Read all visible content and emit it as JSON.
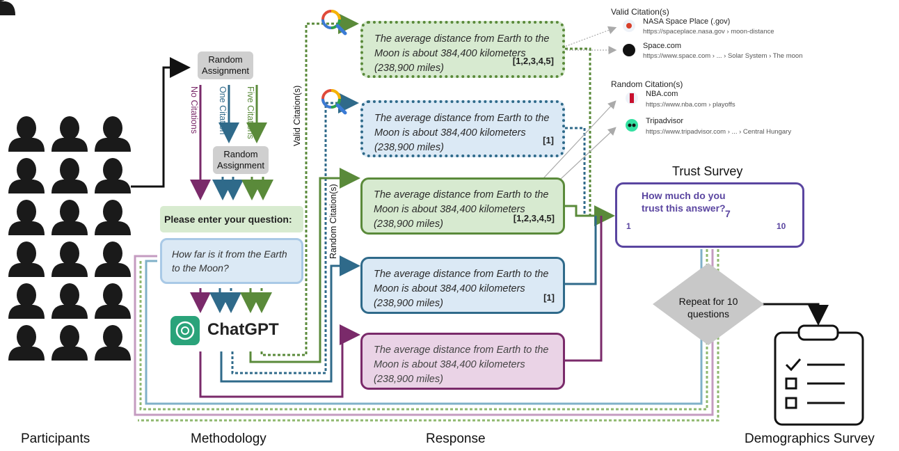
{
  "labels": {
    "participants": "Participants",
    "methodology": "Methodology",
    "response": "Response",
    "demographics": "Demographics Survey",
    "trust_survey": "Trust Survey"
  },
  "methodology": {
    "random_assignment_1": "Random Assignment",
    "random_assignment_2": "Random Assignment",
    "branch_no": "No Citations",
    "branch_one": "One Citation",
    "branch_five": "Five Citations",
    "prompt": "Please enter your question:",
    "question": "How far is it from the Earth to the Moon?",
    "chatgpt": "ChatGPT"
  },
  "response_text": "The average distance from Earth to the Moon is about 384,400 kilometers (238,900 miles)",
  "responses": [
    {
      "cite": "[1,2,3,4,5]"
    },
    {
      "cite": "[1]"
    },
    {
      "cite": "[1,2,3,4,5]"
    },
    {
      "cite": "[1]"
    },
    {
      "cite": ""
    }
  ],
  "side_labels": {
    "valid": "Valid Citation(s)",
    "random": "Random Citation(s)"
  },
  "valid_citations": {
    "title": "Valid Citation(s)",
    "items": [
      {
        "name": "NASA Space Place (.gov)",
        "url": "https://spaceplace.nasa.gov › moon-distance"
      },
      {
        "name": "Space.com",
        "url": "https://www.space.com › ... › Solar System › The moon"
      }
    ]
  },
  "random_citations": {
    "title": "Random Citation(s)",
    "items": [
      {
        "name": "NBA.com",
        "url": "https://www.nba.com › playoffs"
      },
      {
        "name": "Tripadvisor",
        "url": "https://www.tripadvisor.com › ... › Central Hungary"
      }
    ]
  },
  "trust": {
    "question": "How much do you trust this answer?",
    "min": "1",
    "max": "10",
    "value": "7"
  },
  "repeat": "Repeat for 10 questions",
  "colors": {
    "purple": "#7a2a6a",
    "blue": "#2f6a8a",
    "green": "#5a8a3a",
    "trust": "#5a45a0"
  }
}
